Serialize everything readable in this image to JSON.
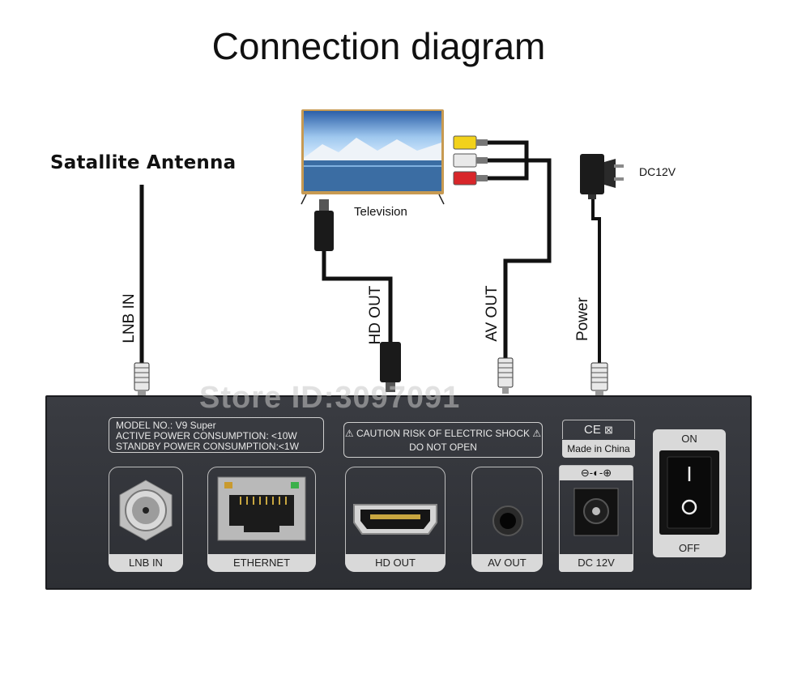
{
  "title": "Connection diagram",
  "labels": {
    "antenna": "Satallite Antenna",
    "television": "Television",
    "dc_adapter": "DC12V",
    "lnb_cable": "LNB IN",
    "hd_cable": "HD OUT",
    "av_cable": "AV OUT",
    "power_cable": "Power"
  },
  "watermark": "Store ID:3097091",
  "device": {
    "model_line1": "MODEL NO.: V9 Super",
    "model_line2": "ACTIVE POWER CONSUMPTION: <10W",
    "model_line3": "STANDBY POWER CONSUMPTION:<1W",
    "caution_line1": "CAUTION  RISK OF ELECTRIC SHOCK",
    "caution_line2": "DO NOT OPEN",
    "ce_mark": "CE",
    "made_in": "Made in China",
    "polarity": "⊖-◐-⊕",
    "switch_on": "ON",
    "switch_off": "OFF",
    "ports": {
      "lnb": "LNB IN",
      "ethernet": "ETHERNET",
      "hd": "HD OUT",
      "av": "AV OUT",
      "dc": "DC 12V"
    }
  },
  "colors": {
    "device_body": "#2f3136",
    "port_label_bg": "#d9d9d9",
    "rca_yellow": "#f2d21b",
    "rca_white": "#e9e9e9",
    "rca_red": "#d8262a"
  },
  "icons": [
    "tv-icon",
    "power-adapter-icon",
    "coax-connector-icon",
    "hdmi-plug-icon",
    "rca-plug-icon",
    "warning-icon",
    "power-switch-icon"
  ]
}
